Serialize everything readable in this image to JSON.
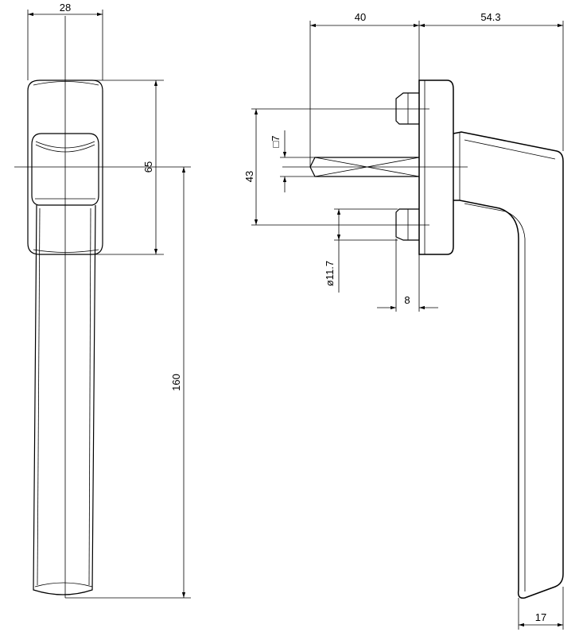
{
  "dimensions": {
    "front_width": "28",
    "rosette_height": "65",
    "lever_length": "160",
    "spindle_length": "40",
    "projection": "54.3",
    "screw_spacing": "43",
    "spindle_square": "□7",
    "boss_diameter": "ø11.7",
    "boss_depth": "8",
    "lever_thickness": "17"
  },
  "colors": {
    "line": "#000000",
    "background": "#ffffff"
  }
}
